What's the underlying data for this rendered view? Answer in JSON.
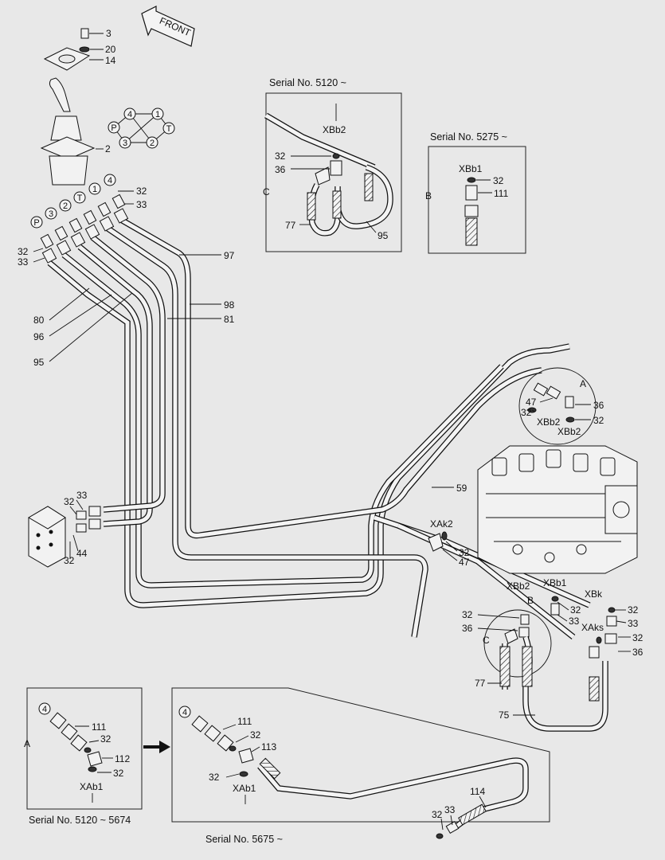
{
  "front_label": "FRONT",
  "port_circles": [
    "4",
    "1",
    "P",
    "T",
    "3",
    "2"
  ],
  "joystick_ports": [
    "P",
    "3",
    "2",
    "T",
    "1",
    "4"
  ],
  "callouts": {
    "c3": "3",
    "c20": "20",
    "c14": "14",
    "c2": "2",
    "c32a": "32",
    "c33a": "33",
    "c32b": "32",
    "c33b": "33",
    "c97": "97",
    "c98": "98",
    "c81": "81",
    "c80": "80",
    "c96": "96",
    "c95": "95",
    "c33c": "33",
    "c32c": "32",
    "c44": "44",
    "c32d": "32",
    "c59": "59",
    "c47a": "47",
    "c32e": "32",
    "c36a": "36",
    "c32f": "32",
    "xbb2a": "XBb2",
    "xbb2b": "XBb2",
    "ra": "A",
    "xak2": "XAk2",
    "c32g": "32",
    "c47b": "47",
    "xbb2c": "XBb2",
    "xbb1c": "XBb1",
    "xbk": "XBk",
    "rb": "B",
    "c32h": "32",
    "c36b": "36",
    "c32i": "32",
    "c33d": "33",
    "c32j": "32",
    "c33e": "33",
    "xaks": "XAks",
    "c32k": "32",
    "c36c": "36",
    "rc": "C",
    "c77a": "77",
    "c75": "75"
  },
  "inset_c": {
    "serial": "Serial No. 5120 ~",
    "letter": "C",
    "xbb2": "XBb2",
    "c32": "32",
    "c36": "36",
    "c77": "77",
    "c95": "95"
  },
  "inset_b": {
    "serial": "Serial No. 5275 ~",
    "letter": "B",
    "xbb1": "XBb1",
    "c32": "32",
    "c111": "111"
  },
  "inset_a": {
    "serial": "Serial No. 5120 ~ 5674",
    "letter": "A",
    "port": "4",
    "c111": "111",
    "c32a": "32",
    "c112": "112",
    "c32b": "32",
    "xab1": "XAb1"
  },
  "inset_a2": {
    "serial": "Serial No. 5675 ~",
    "port": "4",
    "c111": "111",
    "c32a": "32",
    "c113": "113",
    "c32b": "32",
    "xab1": "XAb1",
    "c114": "114",
    "c32c": "32",
    "c33": "33"
  },
  "colors": {
    "background": "#e8e8e8",
    "line": "#111111",
    "paper": "#f4f4f4"
  }
}
